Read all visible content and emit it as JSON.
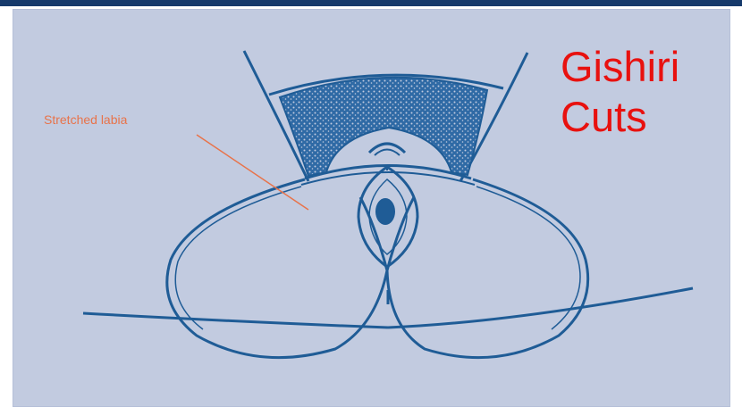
{
  "slide": {
    "caption_line1": "Gishiri",
    "caption_line2": "Cuts"
  },
  "diagram": {
    "label_stretched_labia": "Stretched labia",
    "colors": {
      "background": "#c2cbe0",
      "outline": "#1f5c96",
      "caption": "#e8110f",
      "label": "#e8734a",
      "top_rule": "#163a6b"
    }
  }
}
